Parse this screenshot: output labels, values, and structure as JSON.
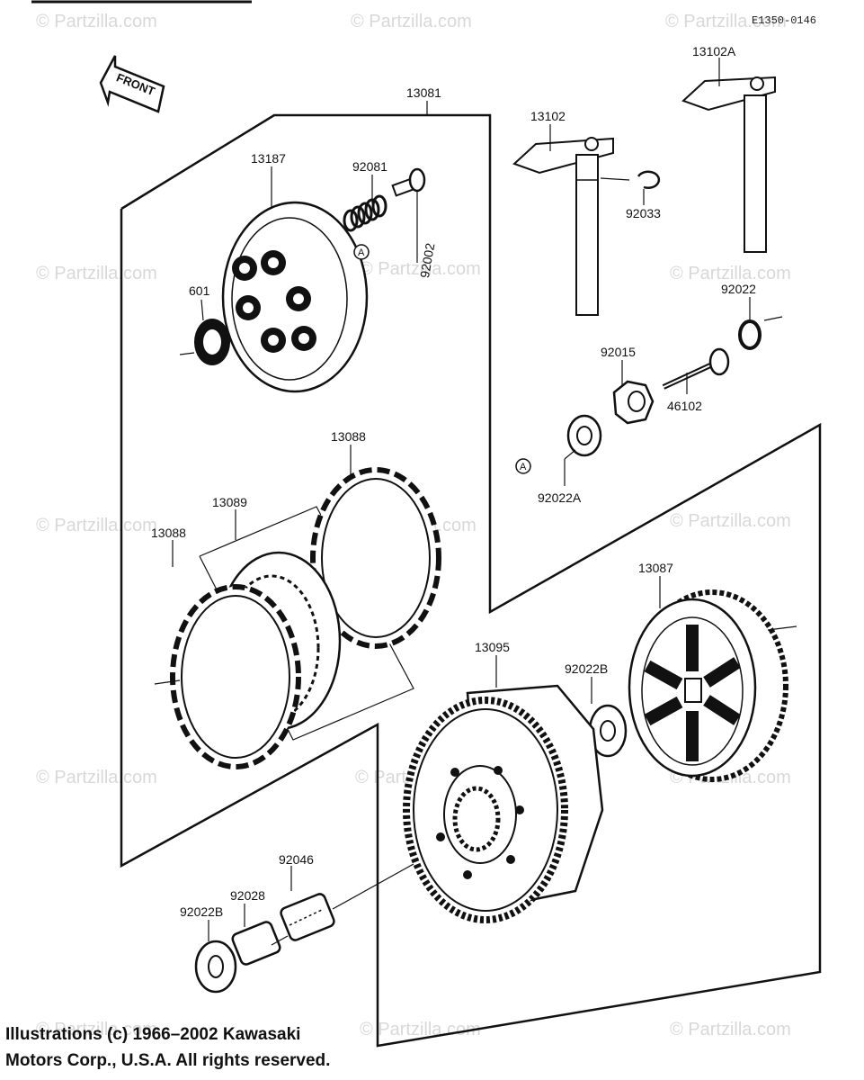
{
  "diagram_code": "E1350-0146",
  "front_label": "FRONT",
  "ref_marker": "A",
  "watermark": "© Partzilla.com",
  "parts": {
    "p13081": "13081",
    "p13187": "13187",
    "p92081": "92081",
    "p92002": "92002",
    "p601": "601",
    "p13102": "13102",
    "p13102A": "13102A",
    "p92033": "92033",
    "p92022": "92022",
    "p92015": "92015",
    "p46102": "46102",
    "p92022A": "92022A",
    "p13088a": "13088",
    "p13089": "13089",
    "p13088b": "13088",
    "p13087": "13087",
    "p13095": "13095",
    "p92022B_a": "92022B",
    "p92046": "92046",
    "p92028": "92028",
    "p92022B_b": "92022B"
  },
  "copyright": {
    "line1": "Illustrations (c) 1966–2002 Kawasaki",
    "line2": "Motors Corp., U.S.A.  All rights reserved."
  }
}
